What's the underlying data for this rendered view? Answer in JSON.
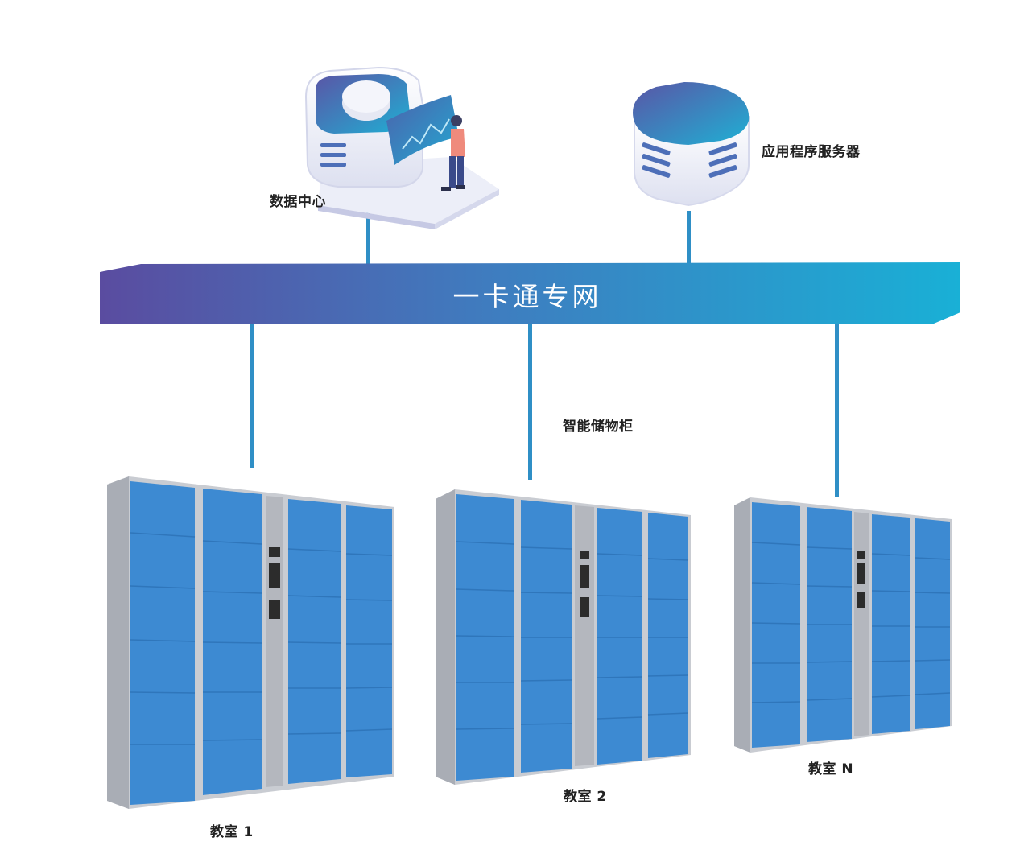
{
  "network": {
    "title": "一卡通专网"
  },
  "nodes": {
    "data_center": "数据中心",
    "app_server": "应用程序服务器",
    "smart_locker": "智能储物柜"
  },
  "classrooms": [
    "教室 1",
    "教室 2",
    "教室 N"
  ],
  "colors": {
    "banner_start": "#5b4fa2",
    "banner_end": "#1aaed4",
    "connector": "#2f8fc6",
    "locker_door": "#3d8ad2",
    "locker_frame": "#c9ccd2"
  }
}
